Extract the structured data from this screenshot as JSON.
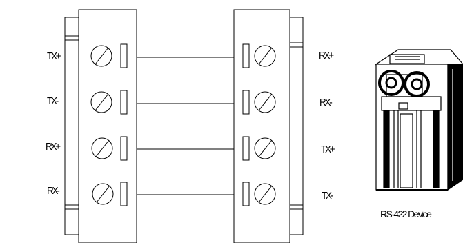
{
  "left_block": {
    "pins": [
      "TX+",
      "TX-",
      "RX+",
      "RX-"
    ]
  },
  "right_block": {
    "pins": [
      "RX+",
      "RX-",
      "TX+",
      "TX-"
    ]
  },
  "device": {
    "caption": "RS-422 Device"
  },
  "colors": {
    "line": "#000000",
    "background": "#ffffff"
  }
}
